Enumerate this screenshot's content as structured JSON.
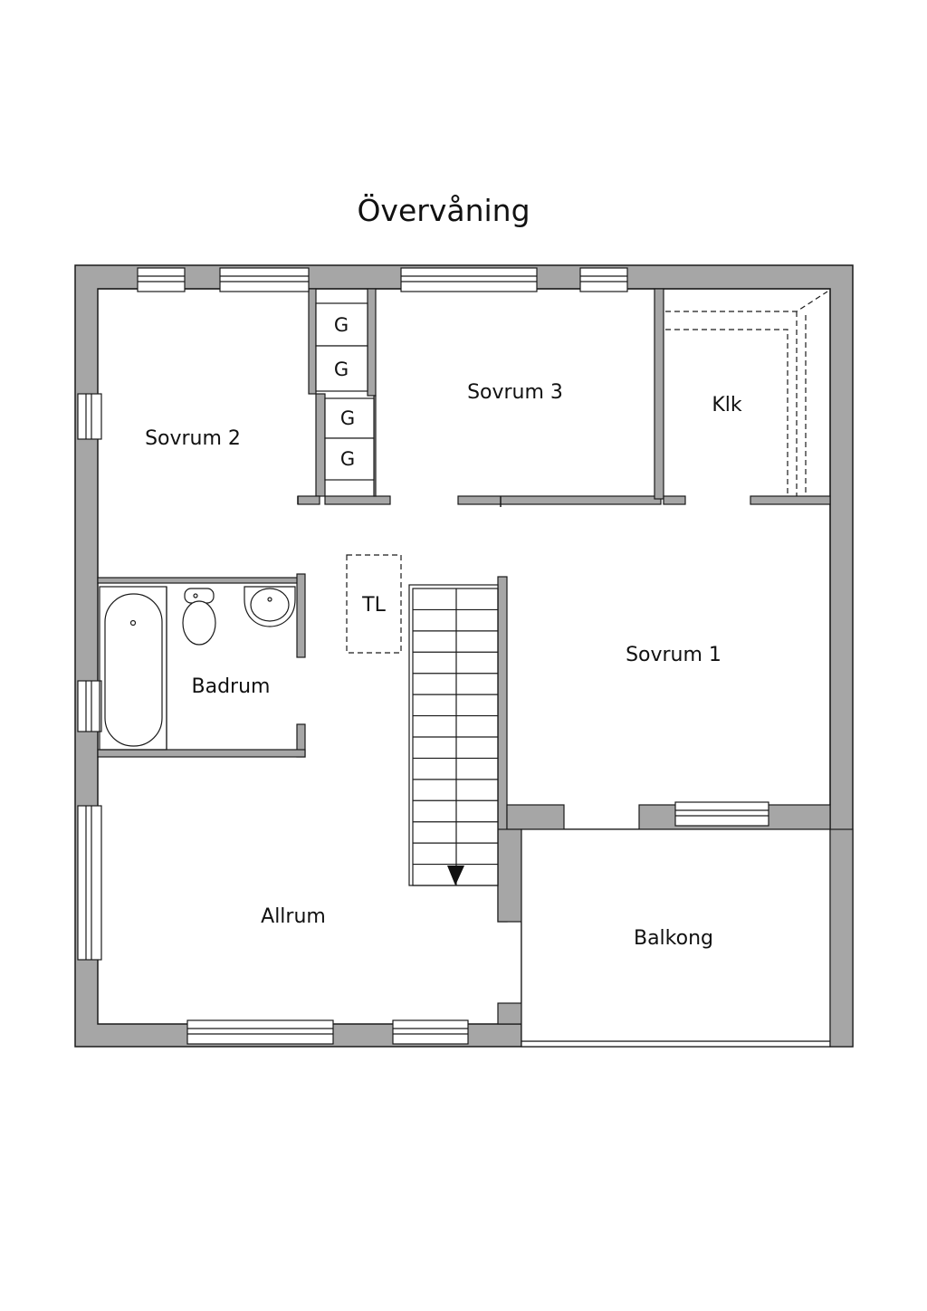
{
  "title": "Övervåning",
  "rooms": {
    "sovrum2": "Sovrum 2",
    "sovrum3": "Sovrum 3",
    "klk": "Klk",
    "sovrum1": "Sovrum 1",
    "badrum": "Badrum",
    "allrum": "Allrum",
    "balkong": "Balkong",
    "tl": "TL"
  },
  "wardrobes": [
    "G",
    "G",
    "G",
    "G"
  ],
  "colors": {
    "wall": "#a6a6a6",
    "line": "#1a1a1a",
    "background": "#ffffff"
  },
  "icons": [
    "bathtub-icon",
    "toilet-icon",
    "sink-icon",
    "stair-arrow-icon"
  ]
}
